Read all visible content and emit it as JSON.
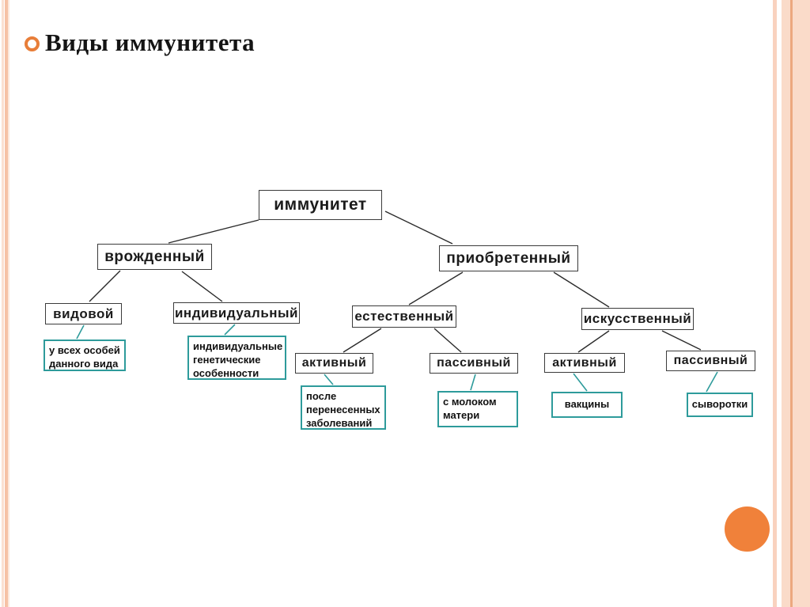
{
  "header": {
    "title": "Виды иммунитета",
    "bullet_icon": "orange-ring"
  },
  "colors": {
    "accent_orange": "#ED7D31",
    "stripe_light": "#FADBC9",
    "stripe_medium": "#F6C2A6",
    "teal_border": "#2E9B9B",
    "connector_black": "#2A2A2A",
    "box_border": "#3B3B3B"
  },
  "diagram": {
    "nodes": {
      "root": {
        "label": "иммунитет"
      },
      "innate": {
        "label": "врожденный"
      },
      "acquired": {
        "label": "приобретенный"
      },
      "species": {
        "label": "видовой"
      },
      "individual": {
        "label": "индивидуальный"
      },
      "natural": {
        "label": "естественный"
      },
      "artificial": {
        "label": "искусственный"
      },
      "natural_active": {
        "label": "активный"
      },
      "natural_passive": {
        "label": "пассивный"
      },
      "artificial_active": {
        "label": "активный"
      },
      "artificial_passive": {
        "label": "пассивный"
      }
    },
    "leaves": {
      "species_note": {
        "text": "у всех  особей\nданного вида"
      },
      "individual_note": {
        "text": "индивидуальные\nгенетические\nособенности"
      },
      "natural_active_note": {
        "text": "после\nперенесенных\nзаболеваний"
      },
      "natural_passive_note": {
        "text": "с молоком\nматери"
      },
      "artificial_active_note": {
        "text": "вакцины"
      },
      "artificial_passive_note": {
        "text": "сыворотки"
      }
    },
    "edges": [
      {
        "from": "иммунитет",
        "to": "врожденный"
      },
      {
        "from": "иммунитет",
        "to": "приобретенный"
      },
      {
        "from": "врожденный",
        "to": "видовой"
      },
      {
        "from": "врожденный",
        "to": "индивидуальный"
      },
      {
        "from": "приобретенный",
        "to": "естественный"
      },
      {
        "from": "приобретенный",
        "to": "искусственный"
      },
      {
        "from": "естественный",
        "to": "активный"
      },
      {
        "from": "естественный",
        "to": "пассивный"
      },
      {
        "from": "искусственный",
        "to": "активный"
      },
      {
        "from": "искусственный",
        "to": "пассивный"
      },
      {
        "from": "видовой",
        "to": "у всех особей данного вида"
      },
      {
        "from": "индивидуальный",
        "to": "индивидуальные генетические особенности"
      },
      {
        "from": "активный (естественный)",
        "to": "после перенесенных заболеваний"
      },
      {
        "from": "пассивный (естественный)",
        "to": "с молоком матери"
      },
      {
        "from": "активный (искусственный)",
        "to": "вакцины"
      },
      {
        "from": "пассивный (искусственный)",
        "to": "сыворотки"
      }
    ]
  }
}
